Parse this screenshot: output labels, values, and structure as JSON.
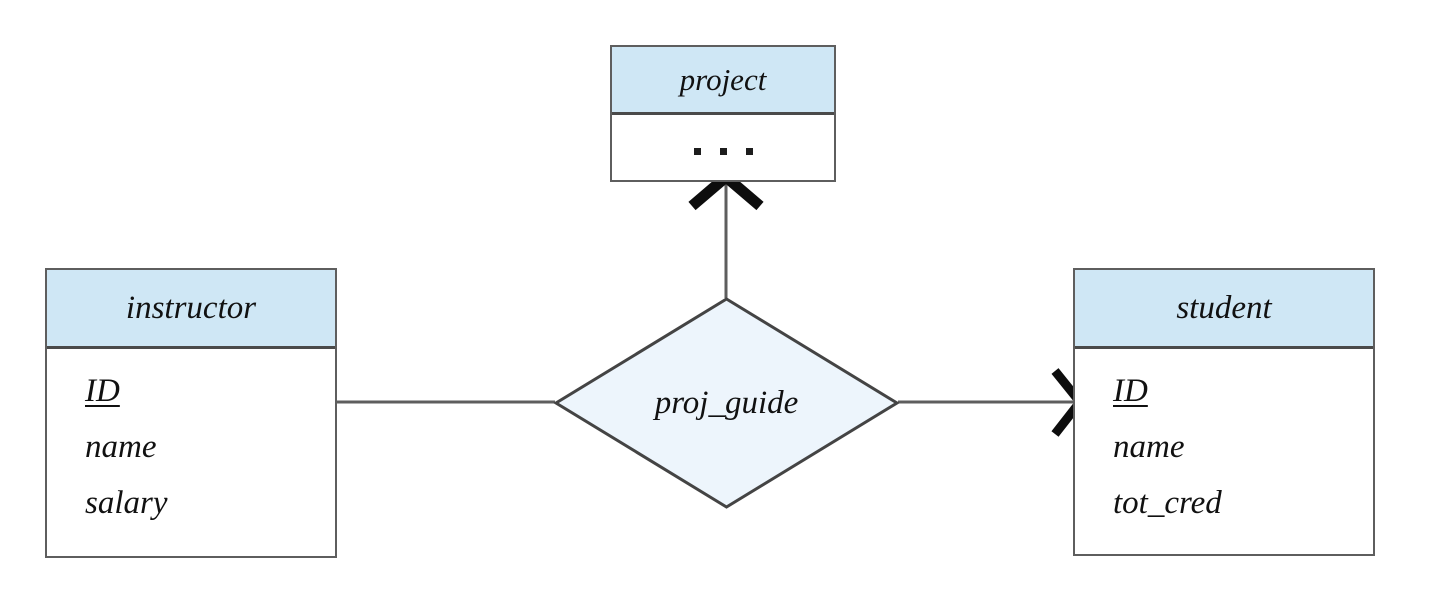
{
  "diagram": {
    "type": "entity-relationship-diagram",
    "colors": {
      "entity_header_fill": "#cfe7f5",
      "entity_body_fill": "#ffffff",
      "relationship_fill": "#edf5fc",
      "stroke": "#5e5e5e",
      "text": "#111111"
    },
    "entities": [
      {
        "id": "project",
        "name": "project",
        "attributes": [],
        "ellipsis": "...",
        "has_ellipsis": true
      },
      {
        "id": "instructor",
        "name": "instructor",
        "attributes": [
          {
            "label": "ID",
            "primary_key": true
          },
          {
            "label": "name",
            "primary_key": false
          },
          {
            "label": "salary",
            "primary_key": false
          }
        ],
        "has_ellipsis": false
      },
      {
        "id": "student",
        "name": "student",
        "attributes": [
          {
            "label": "ID",
            "primary_key": true
          },
          {
            "label": "name",
            "primary_key": false
          },
          {
            "label": "tot_cred",
            "primary_key": false
          }
        ],
        "has_ellipsis": false
      }
    ],
    "relationships": [
      {
        "id": "proj_guide",
        "name": "proj_guide",
        "shape": "diamond",
        "edges": [
          {
            "from": "instructor",
            "to": "proj_guide",
            "arrow": "none"
          },
          {
            "from": "proj_guide",
            "to": "project",
            "arrow": "open-chevron"
          },
          {
            "from": "proj_guide",
            "to": "student",
            "arrow": "open-chevron"
          }
        ]
      }
    ]
  }
}
